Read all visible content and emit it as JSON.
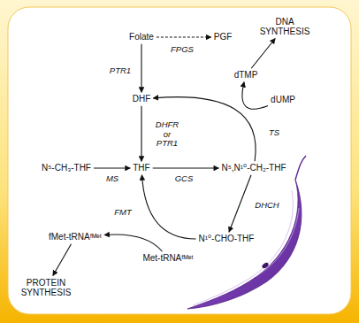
{
  "diagram": {
    "nodes": [
      {
        "text": [
          "Folate"
        ]
      },
      {
        "text": [
          "PGF"
        ]
      },
      {
        "text": [
          "DNA SYNTHESIS"
        ]
      },
      {
        "text": [
          "dTMP"
        ]
      },
      {
        "text": [
          "DHF"
        ]
      },
      {
        "text": [
          "dUMP"
        ]
      },
      {
        "text": [
          "N⁵-CH₃-THF"
        ]
      },
      {
        "text": [
          "THF"
        ]
      },
      {
        "text": [
          "N⁵,N¹⁰-CH₂-THF"
        ]
      },
      {
        "text": [
          "N¹⁰-CHO-THF"
        ]
      },
      {
        "text": [
          "fMet-tRNAᶠᴹᵉᵗ"
        ]
      },
      {
        "text": [
          "Met-tRNAᶠᴹᵉᵗ"
        ]
      },
      {
        "text": [
          "PROTEIN SYNTHESIS"
        ]
      }
    ],
    "edges": [
      {
        "from": 0,
        "to": 1,
        "label": "FPGS",
        "arrow": "to"
      },
      {
        "from": 0,
        "to": 4,
        "label": "PTR1",
        "arrow": "to"
      },
      {
        "from": 3,
        "to": 2,
        "arrow": "to"
      },
      {
        "from": 5,
        "to": 3,
        "arrow": "to"
      },
      {
        "from": 8,
        "to": 4,
        "label": "TS",
        "arrow": "to"
      },
      {
        "from": 4,
        "to": 7,
        "label": "DHFR or PTR1",
        "arrow": "to"
      },
      {
        "from": 6,
        "to": 7,
        "label": "MS",
        "arrow": "to"
      },
      {
        "from": 7,
        "to": 8,
        "label": "GCS",
        "arrow": "to"
      },
      {
        "from": 8,
        "to": 9,
        "label": "DHCH",
        "arrow": "to"
      },
      {
        "from": 9,
        "to": 7,
        "label": "FMT",
        "arrow": "to"
      },
      {
        "from": 11,
        "to": 10,
        "arrow": "to"
      },
      {
        "from": 10,
        "to": 12,
        "arrow": "to"
      }
    ]
  }
}
